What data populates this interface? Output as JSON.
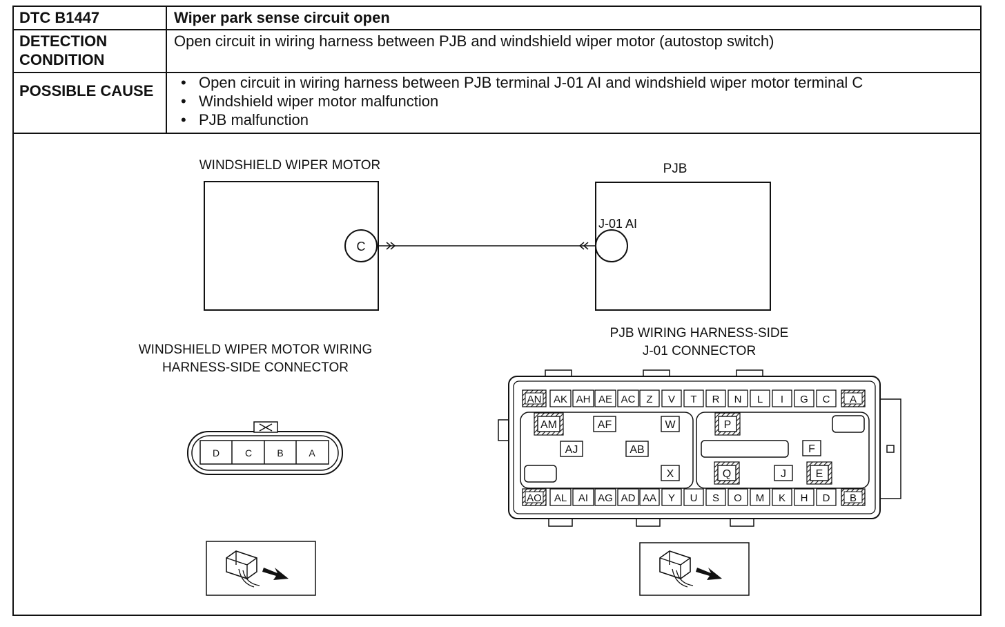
{
  "table": {
    "rows": [
      {
        "label": "DTC B1447",
        "value": "Wiper park sense circuit open"
      },
      {
        "label": "DETECTION CONDITION",
        "value": "Open circuit in wiring harness between PJB and windshield wiper motor (autostop switch)"
      },
      {
        "label": "POSSIBLE CAUSE",
        "items": [
          "Open circuit in wiring harness between PJB terminal J-01 AI and windshield wiper motor terminal C",
          "Windshield wiper motor malfunction",
          "PJB malfunction"
        ]
      }
    ]
  },
  "diagram": {
    "motor_title": "WINDSHIELD WIPER MOTOR",
    "motor_terminal": "C",
    "pjb_title": "PJB",
    "pjb_terminal_label": "J-01 AI",
    "motor_connector_title_line1": "WINDSHIELD WIPER MOTOR WIRING",
    "motor_connector_title_line2": "HARNESS-SIDE CONNECTOR",
    "motor_connector_pins": [
      "D",
      "C",
      "B",
      "A"
    ],
    "pjb_connector_title_line1": "PJB WIRING HARNESS-SIDE",
    "pjb_connector_title_line2": "J-01 CONNECTOR",
    "pjb_top_row": [
      "AN",
      "AK",
      "AH",
      "AE",
      "AC",
      "Z",
      "V",
      "T",
      "R",
      "N",
      "L",
      "I",
      "G",
      "C",
      "A"
    ],
    "pjb_bottom_row": [
      "AO",
      "AL",
      "AI",
      "AG",
      "AD",
      "AA",
      "Y",
      "U",
      "S",
      "O",
      "M",
      "K",
      "H",
      "D",
      "B"
    ],
    "pjb_middle_left": [
      "AM",
      "AF",
      "W",
      "AJ",
      "AB",
      "X"
    ],
    "pjb_middle_right": [
      "P",
      "F",
      "Q",
      "J",
      "E"
    ]
  }
}
